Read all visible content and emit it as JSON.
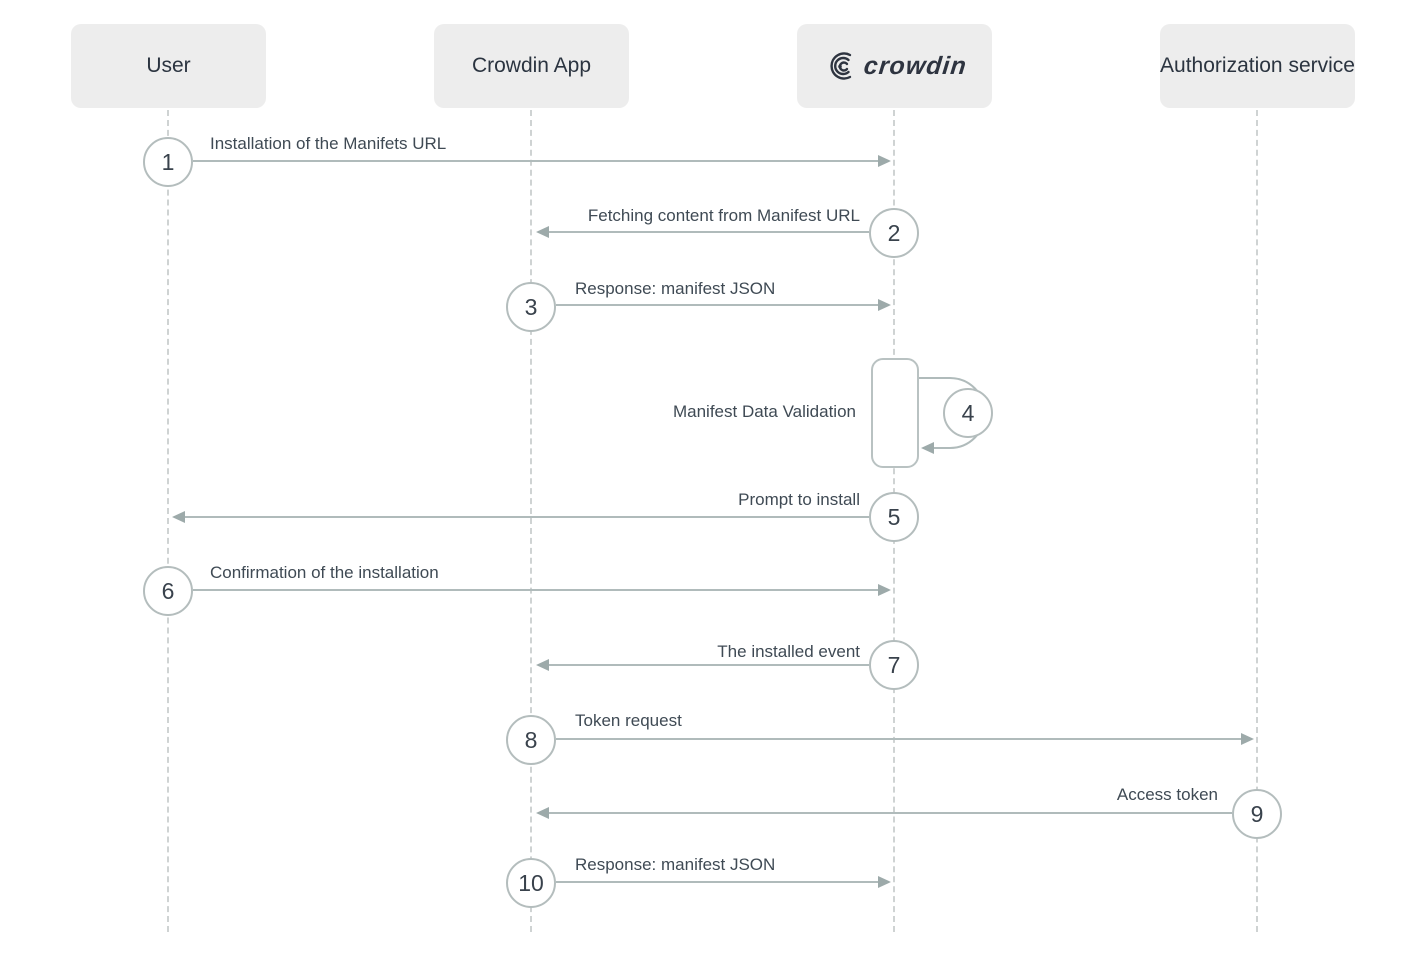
{
  "actors": [
    {
      "label": "User"
    },
    {
      "label": "Crowdin App"
    },
    {
      "label": "crowdin",
      "type": "logo"
    },
    {
      "label": "Authorization service"
    }
  ],
  "messages": [
    {
      "step": "1",
      "label": "Installation of the Manifets URL",
      "from": "User",
      "to": "Crowdin",
      "direction": "right"
    },
    {
      "step": "2",
      "label": "Fetching content from Manifest URL",
      "from": "Crowdin",
      "to": "Crowdin App",
      "direction": "left"
    },
    {
      "step": "3",
      "label": "Response: manifest JSON",
      "from": "Crowdin App",
      "to": "Crowdin",
      "direction": "right"
    },
    {
      "step": "4",
      "label": "Manifest Data Validation",
      "on": "Crowdin",
      "type": "self-loop"
    },
    {
      "step": "5",
      "label": "Prompt to install",
      "from": "Crowdin",
      "to": "User",
      "direction": "left"
    },
    {
      "step": "6",
      "label": "Confirmation of the installation",
      "from": "User",
      "to": "Crowdin",
      "direction": "right"
    },
    {
      "step": "7",
      "label": "The installed event",
      "from": "Crowdin",
      "to": "Crowdin App",
      "direction": "left"
    },
    {
      "step": "8",
      "label": "Token request",
      "from": "Crowdin App",
      "to": "Authorization service",
      "direction": "right"
    },
    {
      "step": "9",
      "label": "Access token",
      "from": "Authorization service",
      "to": "Crowdin App",
      "direction": "left"
    },
    {
      "step": "10",
      "label": "Response: manifest JSON",
      "from": "Crowdin App",
      "to": "Crowdin",
      "direction": "right"
    }
  ],
  "colors": {
    "actor_box_bg": "#ededed",
    "actor_text": "#2b3440",
    "lifeline": "#cfd3d3",
    "arrow_line": "#b0bbbb",
    "arrow_head": "#9daaaa",
    "circle_border": "#b4bdbd",
    "circle_text": "#39424c",
    "label_text": "#3f4a54",
    "logo": "#2e3440"
  }
}
